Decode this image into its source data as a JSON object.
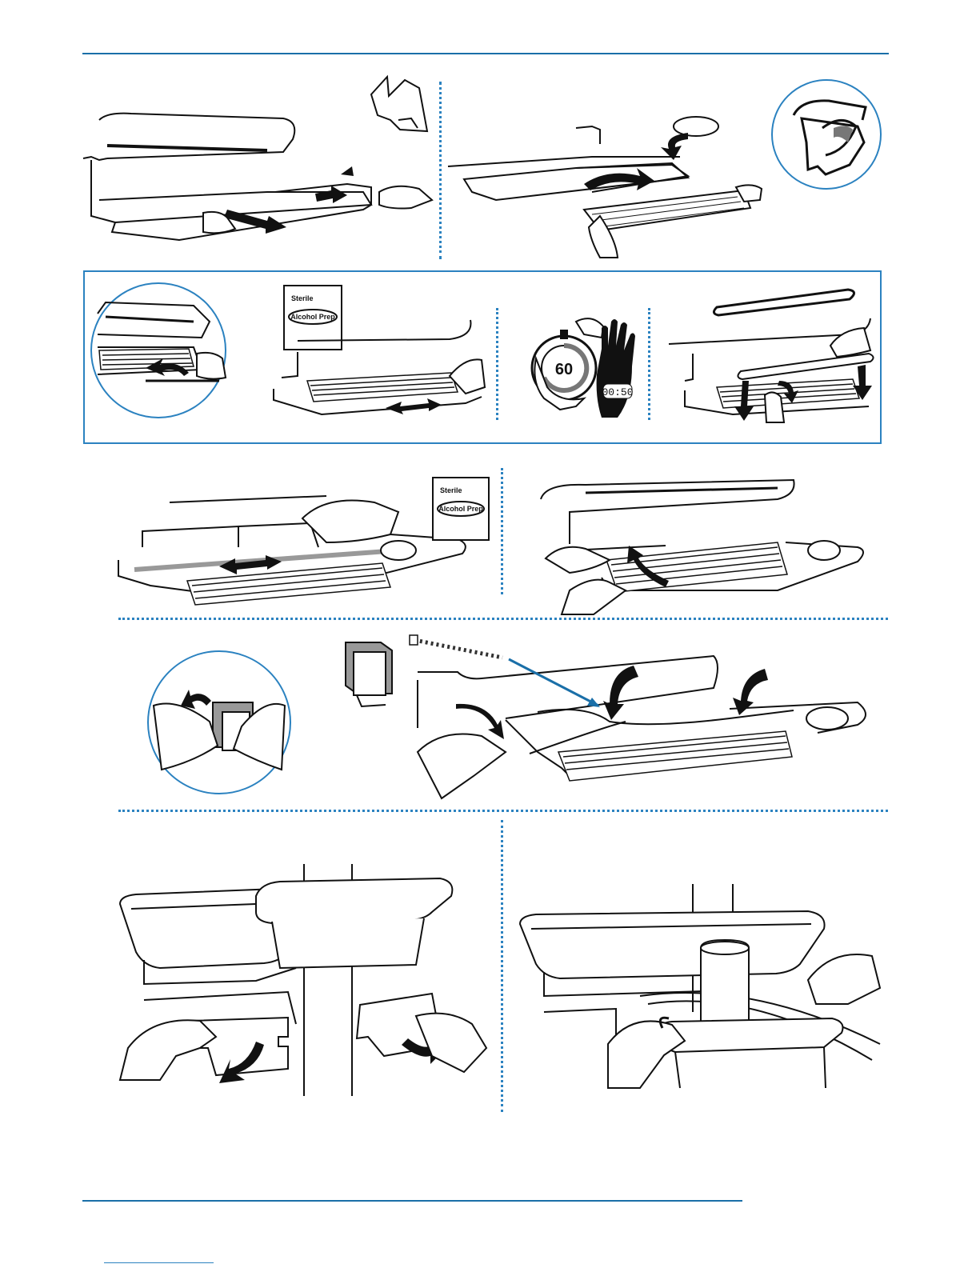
{
  "packet": {
    "sterile_label": "Sterile",
    "product_label": "Alcohol Prep"
  },
  "timer": {
    "seconds_label": "60",
    "display_readout": "00:50"
  },
  "theme": {
    "accent": "#2b82c0",
    "rule": "#1a6fa8",
    "ink": "#111111"
  },
  "icons": [
    "arrow-icon",
    "hand-icon",
    "stopwatch-icon",
    "stop-hand-icon",
    "magnifier-circle-icon",
    "clip-icon",
    "cable-icon"
  ]
}
